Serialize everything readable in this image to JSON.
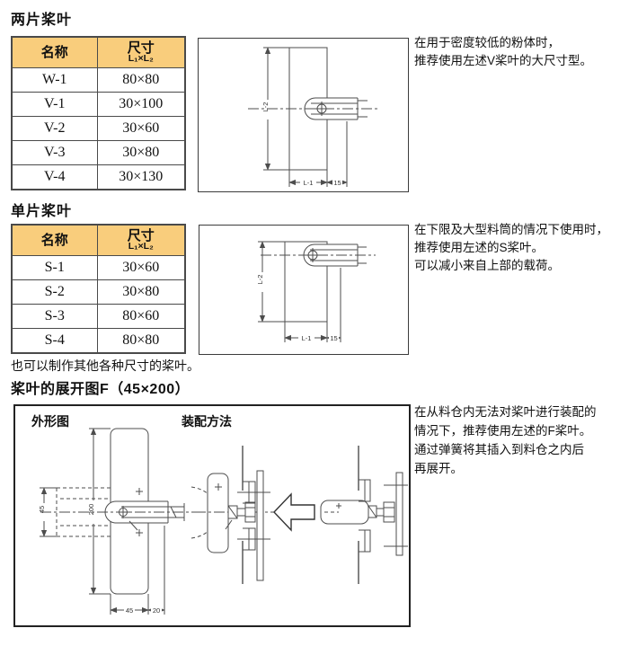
{
  "colors": {
    "table_header_bg": "#F9CD7C",
    "table_border": "#4a4a4a",
    "drawing_line": "#4d4d4d",
    "box_border": "#222222"
  },
  "sections": {
    "two_blade": {
      "heading": "两片桨叶",
      "table": {
        "headers": {
          "name": "名称",
          "size_line1": "尺寸",
          "size_line2": "L₁×L₂"
        },
        "rows": [
          {
            "name": "W-1",
            "size": "80×80"
          },
          {
            "name": "V-1",
            "size": "30×100"
          },
          {
            "name": "V-2",
            "size": "30×60"
          },
          {
            "name": "V-3",
            "size": "30×80"
          },
          {
            "name": "V-4",
            "size": "30×130"
          }
        ]
      },
      "diagram": {
        "dim_l2": "L-2",
        "dim_l1": "L-1",
        "dim_offset": "15"
      },
      "note": {
        "line1": "在用于密度较低的粉体时，",
        "line2": "推荐使用左述V桨叶的大尺寸型。"
      }
    },
    "single_blade": {
      "heading": "单片桨叶",
      "table": {
        "headers": {
          "name": "名称",
          "size_line1": "尺寸",
          "size_line2": "L₁×L₂"
        },
        "rows": [
          {
            "name": "S-1",
            "size": "30×60"
          },
          {
            "name": "S-2",
            "size": "30×80"
          },
          {
            "name": "S-3",
            "size": "80×60"
          },
          {
            "name": "S-4",
            "size": "80×80"
          }
        ]
      },
      "diagram": {
        "dim_l2": "L-2",
        "dim_l1": "L-1",
        "dim_offset": "15"
      },
      "note": {
        "line1": "在下限及大型料筒的情况下使用时，",
        "line2": "推荐使用左述的S桨叶。",
        "line3": "可以减小来自上部的载荷。"
      }
    },
    "footer_note": "也可以制作其他各种尺寸的桨叶。",
    "foldable": {
      "heading": "桨叶的展开图F（45×200）",
      "outline_label": "外形图",
      "assembly_label": "装配方法",
      "dims": {
        "length": "200",
        "folded_width": "45",
        "width": "45",
        "hub_offset": "20"
      },
      "note": {
        "line1": "在从料仓内无法对桨叶进行装配的",
        "line2": "情况下，推荐使用左述的F桨叶。",
        "line3": "通过弹簧将其插入到料仓之内后",
        "line4": "再展开。"
      }
    }
  }
}
